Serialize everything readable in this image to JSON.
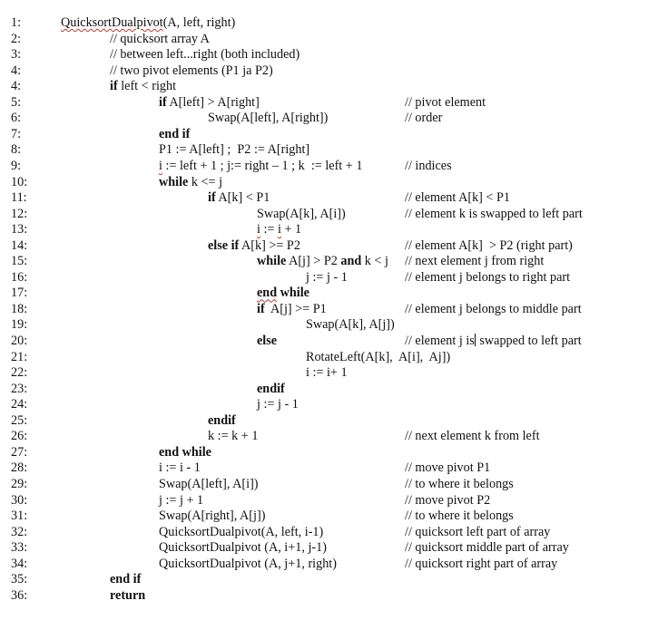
{
  "lines": [
    {
      "num": "1:",
      "indent": 0,
      "code": [
        {
          "t": "QuicksortDualpivot",
          "spell": true
        },
        {
          "t": "(A, left, right)"
        }
      ],
      "comment": ""
    },
    {
      "num": "2:",
      "indent": 1,
      "code": [
        {
          "t": "// quicksort array A"
        }
      ],
      "comment": ""
    },
    {
      "num": "3:",
      "indent": 1,
      "code": [
        {
          "t": "// between left...right (both included)"
        }
      ],
      "comment": ""
    },
    {
      "num": "4:",
      "indent": 1,
      "code": [
        {
          "t": "// two pivot elements (P1 ja P2)"
        }
      ],
      "comment": ""
    },
    {
      "num": "4:",
      "indent": 1,
      "code": [
        {
          "t": "if",
          "kw": true
        },
        {
          "t": " left < right"
        }
      ],
      "comment": ""
    },
    {
      "num": "5:",
      "indent": 2,
      "code": [
        {
          "t": "if",
          "kw": true
        },
        {
          "t": " A[left] > A[right]"
        }
      ],
      "comment": "// pivot element"
    },
    {
      "num": "6:",
      "indent": 3,
      "code": [
        {
          "t": "Swap(A[left], A[right])"
        }
      ],
      "comment": "// order"
    },
    {
      "num": "7:",
      "indent": 2,
      "code": [
        {
          "t": "end if",
          "kw": true
        }
      ],
      "comment": ""
    },
    {
      "num": "8:",
      "indent": 2,
      "code": [
        {
          "t": "P1 := A[left] ;  P2 := A[right]"
        }
      ],
      "comment": ""
    },
    {
      "num": "9:",
      "indent": 2,
      "code": [
        {
          "t": "i",
          "spell": true
        },
        {
          "t": " := left + 1 ; j:= right – 1 ; k  := left + 1"
        }
      ],
      "comment": "// indices"
    },
    {
      "num": "10:",
      "indent": 2,
      "code": [
        {
          "t": "while",
          "kw": true
        },
        {
          "t": " k <= j"
        }
      ],
      "comment": ""
    },
    {
      "num": "11:",
      "indent": 3,
      "code": [
        {
          "t": "if",
          "kw": true
        },
        {
          "t": " A[k] < P1"
        }
      ],
      "comment": "// element A[k] < P1"
    },
    {
      "num": "12:",
      "indent": 4,
      "code": [
        {
          "t": "Swap(A[k], A[i])"
        }
      ],
      "comment": "// element k is swapped to left part"
    },
    {
      "num": "13:",
      "indent": 4,
      "code": [
        {
          "t": "i",
          "spell": true
        },
        {
          "t": " := "
        },
        {
          "t": "i",
          "spell": true
        },
        {
          "t": " + 1"
        }
      ],
      "comment": ""
    },
    {
      "num": "14:",
      "indent": 3,
      "code": [
        {
          "t": "else if",
          "kw": true
        },
        {
          "t": " A[k] >= P2"
        }
      ],
      "comment": "// element A[k]  > P2 (right part)"
    },
    {
      "num": "15:",
      "indent": 4,
      "code": [
        {
          "t": "while",
          "kw": true
        },
        {
          "t": " A[j] > P2 "
        },
        {
          "t": "and",
          "kw": true
        },
        {
          "t": " k < j"
        }
      ],
      "comment": "// next element j from right"
    },
    {
      "num": "16:",
      "indent": 5,
      "code": [
        {
          "t": "j := j - 1"
        }
      ],
      "comment": "// element j belongs to right part"
    },
    {
      "num": "17:",
      "indent": 4,
      "code": [
        {
          "t": "end",
          "kw": true,
          "spell": true
        },
        {
          "t": " while",
          "kw": true
        }
      ],
      "comment": ""
    },
    {
      "num": "18:",
      "indent": 4,
      "code": [
        {
          "t": "if",
          "kw": true
        },
        {
          "t": "  A[j] >= P1"
        }
      ],
      "comment": "// element j belongs to middle part"
    },
    {
      "num": "19:",
      "indent": 5,
      "code": [
        {
          "t": "Swap(A[k], A[j])"
        }
      ],
      "comment": ""
    },
    {
      "num": "20:",
      "indent": 4,
      "code": [
        {
          "t": "else",
          "kw": true
        }
      ],
      "comment": "// element j is swapped to left part",
      "caret_after": "// element j is"
    },
    {
      "num": "21:",
      "indent": 5,
      "code": [
        {
          "t": "RotateLeft(A[k],  A[i],  Aj])"
        }
      ],
      "comment": ""
    },
    {
      "num": "22:",
      "indent": 5,
      "code": [
        {
          "t": "i := i+ 1"
        }
      ],
      "comment": ""
    },
    {
      "num": "23:",
      "indent": 4,
      "code": [
        {
          "t": "endif",
          "kw": true
        }
      ],
      "comment": ""
    },
    {
      "num": "24:",
      "indent": 4,
      "code": [
        {
          "t": "j := j - 1"
        }
      ],
      "comment": ""
    },
    {
      "num": "25:",
      "indent": 3,
      "code": [
        {
          "t": "endif",
          "kw": true
        }
      ],
      "comment": ""
    },
    {
      "num": "26:",
      "indent": 3,
      "code": [
        {
          "t": "k := k + 1"
        }
      ],
      "comment": "// next element k from left"
    },
    {
      "num": "27:",
      "indent": 2,
      "code": [
        {
          "t": "end while",
          "kw": true
        }
      ],
      "comment": ""
    },
    {
      "num": "28:",
      "indent": 2,
      "code": [
        {
          "t": "i := i - 1"
        }
      ],
      "comment": "// move pivot P1"
    },
    {
      "num": "29:",
      "indent": 2,
      "code": [
        {
          "t": "Swap(A[left], A[i])"
        }
      ],
      "comment": "// to where it belongs"
    },
    {
      "num": "30:",
      "indent": 2,
      "code": [
        {
          "t": "j := j + 1"
        }
      ],
      "comment": "// move pivot P2"
    },
    {
      "num": "31:",
      "indent": 2,
      "code": [
        {
          "t": "Swap(A[right], A[j])"
        }
      ],
      "comment": "// to where it belongs"
    },
    {
      "num": "32:",
      "indent": 2,
      "code": [
        {
          "t": "QuicksortDualpivot(A, left, i-1)"
        }
      ],
      "comment": "// quicksort left part of array"
    },
    {
      "num": "33:",
      "indent": 2,
      "code": [
        {
          "t": "QuicksortDualpivot (A, i+1, j-1)"
        }
      ],
      "comment": "// quicksort middle part of array"
    },
    {
      "num": "34:",
      "indent": 2,
      "code": [
        {
          "t": "QuicksortDualpivot (A, j+1, right)"
        }
      ],
      "comment": "// quicksort right part of array"
    },
    {
      "num": "35:",
      "indent": 1,
      "code": [
        {
          "t": "end if",
          "kw": true
        }
      ],
      "comment": ""
    },
    {
      "num": "36:",
      "indent": 1,
      "code": [
        {
          "t": "return",
          "kw": true
        }
      ],
      "comment": ""
    }
  ]
}
